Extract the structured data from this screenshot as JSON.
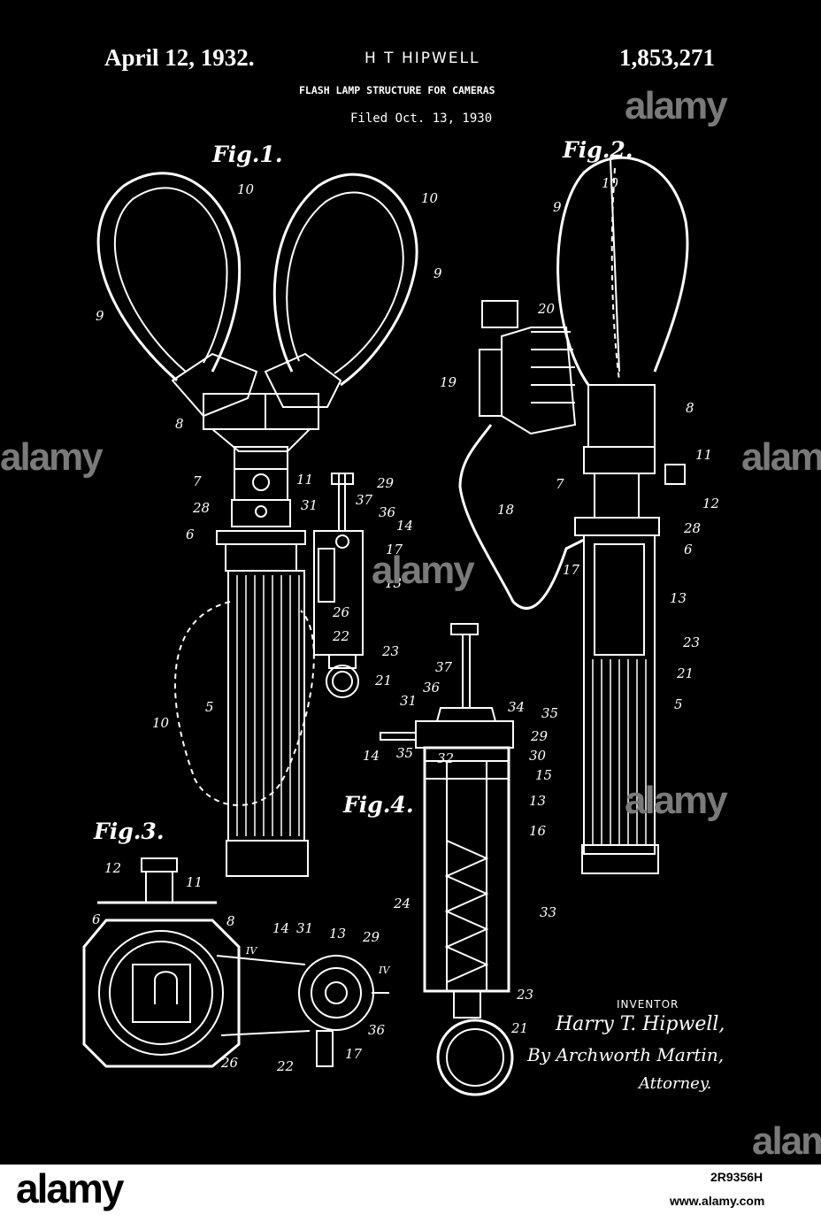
{
  "header": {
    "date": "April 12, 1932.",
    "inventor_name": "H T HIPWELL",
    "patent_number": "1,853,271",
    "title": "FLASH LAMP STRUCTURE FOR CAMERAS",
    "filed": "Filed Oct. 13, 1930"
  },
  "figures": {
    "fig1": "Fig.1.",
    "fig2": "Fig.2.",
    "fig3": "Fig.3.",
    "fig4": "Fig.4."
  },
  "fig1_labels": [
    "10",
    "10",
    "9",
    "9",
    "8",
    "7",
    "11",
    "29",
    "28",
    "37",
    "36",
    "31",
    "6",
    "14",
    "17",
    "13",
    "26",
    "22",
    "23",
    "21",
    "5",
    "10"
  ],
  "fig2_labels": [
    "10",
    "9",
    "20",
    "19",
    "8",
    "11",
    "7",
    "12",
    "18",
    "28",
    "6",
    "17",
    "13",
    "23",
    "21",
    "5"
  ],
  "fig3_labels": [
    "12",
    "11",
    "6",
    "8",
    "14",
    "31",
    "13",
    "29",
    "IV",
    "IV",
    "36",
    "26",
    "22",
    "17"
  ],
  "fig4_labels": [
    "37",
    "36",
    "34",
    "35",
    "31",
    "29",
    "14",
    "35",
    "32",
    "30",
    "15",
    "13",
    "16",
    "24",
    "33",
    "23",
    "21"
  ],
  "signature": {
    "inventor_label": "INVENTOR",
    "line1": "Harry T. Hipwell,",
    "line2": "By Archworth Martin,",
    "line3": "Attorney."
  },
  "watermark": {
    "text": "alamy"
  },
  "footer": {
    "logo": "alamy",
    "image_id": "2R9356H",
    "url": "www.alamy.com"
  }
}
